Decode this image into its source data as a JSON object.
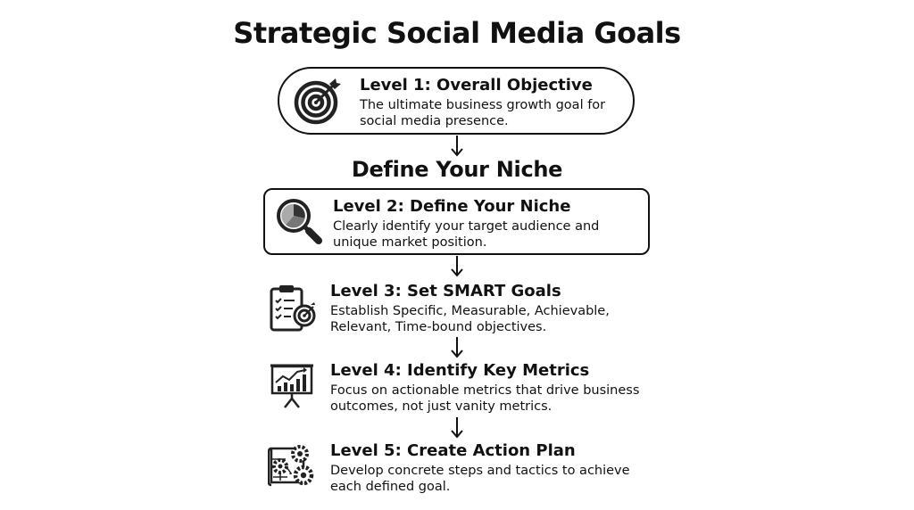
{
  "title": "Strategic Social Media Goals",
  "subtitle": "Define Your Niche",
  "levels": [
    {
      "heading": "Level 1: Overall Objective",
      "line1": "The ultimate business growth goal for",
      "line2": "social media presence.",
      "icon": "target-icon"
    },
    {
      "heading": "Level 2: Define Your Niche",
      "line1": "Clearly identify your target audience and",
      "line2": "unique market position.",
      "icon": "magnifier-pie-icon"
    },
    {
      "heading": "Level 3: Set SMART Goals",
      "line1": "Establish Specific, Measurable, Achievable,",
      "line2": "Relevant, Time-bound objectives.",
      "icon": "clipboard-target-icon"
    },
    {
      "heading": "Level 4: Identify Key Metrics",
      "line1": "Focus on actionable metrics that drive business",
      "line2": "outcomes, not just vanity metrics.",
      "icon": "presentation-chart-icon"
    },
    {
      "heading": "Level 5: Create Action Plan",
      "line1": "Develop concrete steps and tactics to achieve",
      "line2": "each defined goal.",
      "icon": "blueprint-gears-icon"
    }
  ]
}
